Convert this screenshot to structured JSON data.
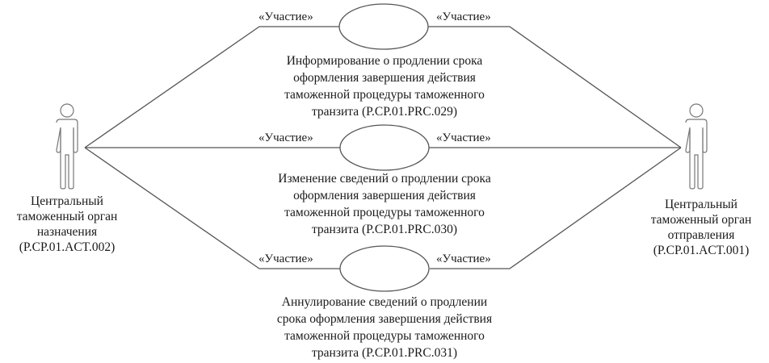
{
  "diagram": {
    "type": "use-case",
    "stereotype_label": "«Участие»",
    "actors": [
      {
        "id": "left",
        "lines": [
          "Центральный",
          "таможенный орган",
          "назначения",
          "(P.CP.01.ACT.002)"
        ]
      },
      {
        "id": "right",
        "lines": [
          "Центральный",
          "таможенный орган",
          "отправления",
          "(P.CP.01.ACT.001)"
        ]
      }
    ],
    "use_cases": [
      {
        "id": "uc1",
        "lines": [
          "Информирование о продлении срока",
          "оформления завершения действия",
          "таможенной процедуры таможенного",
          "транзита (P.CP.01.PRC.029)"
        ]
      },
      {
        "id": "uc2",
        "lines": [
          "Изменение сведений о продлении срока",
          "оформления завершения действия",
          "таможенной процедуры таможенного",
          "транзита (P.CP.01.PRC.030)"
        ]
      },
      {
        "id": "uc3",
        "lines": [
          "Аннулирование сведений о продлении",
          "срока оформления завершения действия",
          "таможенной процедуры таможенного",
          "транзита (P.CP.01.PRC.031)"
        ]
      }
    ],
    "colors": {
      "line": "#555555",
      "text": "#1a1a1a",
      "background": "#ffffff"
    }
  }
}
